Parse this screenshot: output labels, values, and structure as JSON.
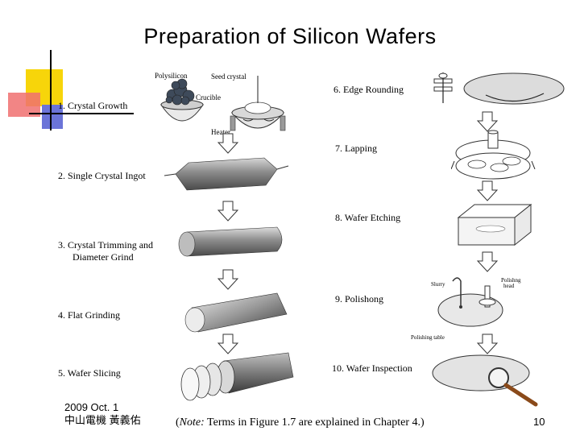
{
  "title": "Preparation of Silicon Wafers",
  "steps": {
    "s1": "1.  Crystal Growth",
    "s2": "2.  Single Crystal Ingot",
    "s3a": "3.  Crystal Trimming and",
    "s3b": "Diameter Grind",
    "s4": "4.  Flat Grinding",
    "s5": "5.  Wafer Slicing",
    "s6": "6.  Edge Rounding",
    "s7": "7.  Lapping",
    "s8": "8.  Wafer Etching",
    "s9": "9.  Polishong",
    "s10": "10.  Wafer Inspection"
  },
  "callouts": {
    "polysilicon": "Polysilicon",
    "seed_crystal": "Seed crystal",
    "crucible": "Crucible",
    "heater": "Heater",
    "slurry": "Slurry",
    "polishing_head_a": "Polishng",
    "polishing_head_b": "head",
    "polishing_table": "Polishing table"
  },
  "footer": {
    "date": "2009 Oct.  1",
    "author": "中山電機 黃義佑",
    "note_prefix": "(",
    "note_emph": "Note:",
    "note_text": " Terms in Figure 1.7 are explained in Chapter 4.)",
    "page": "10"
  },
  "colors": {
    "deco_yellow": "#f7d50a",
    "deco_red": "#f05a5a",
    "deco_blue": "#6b74d8",
    "ingot_dark": "#5a5a5a",
    "ingot_light": "#d6d6d6"
  }
}
